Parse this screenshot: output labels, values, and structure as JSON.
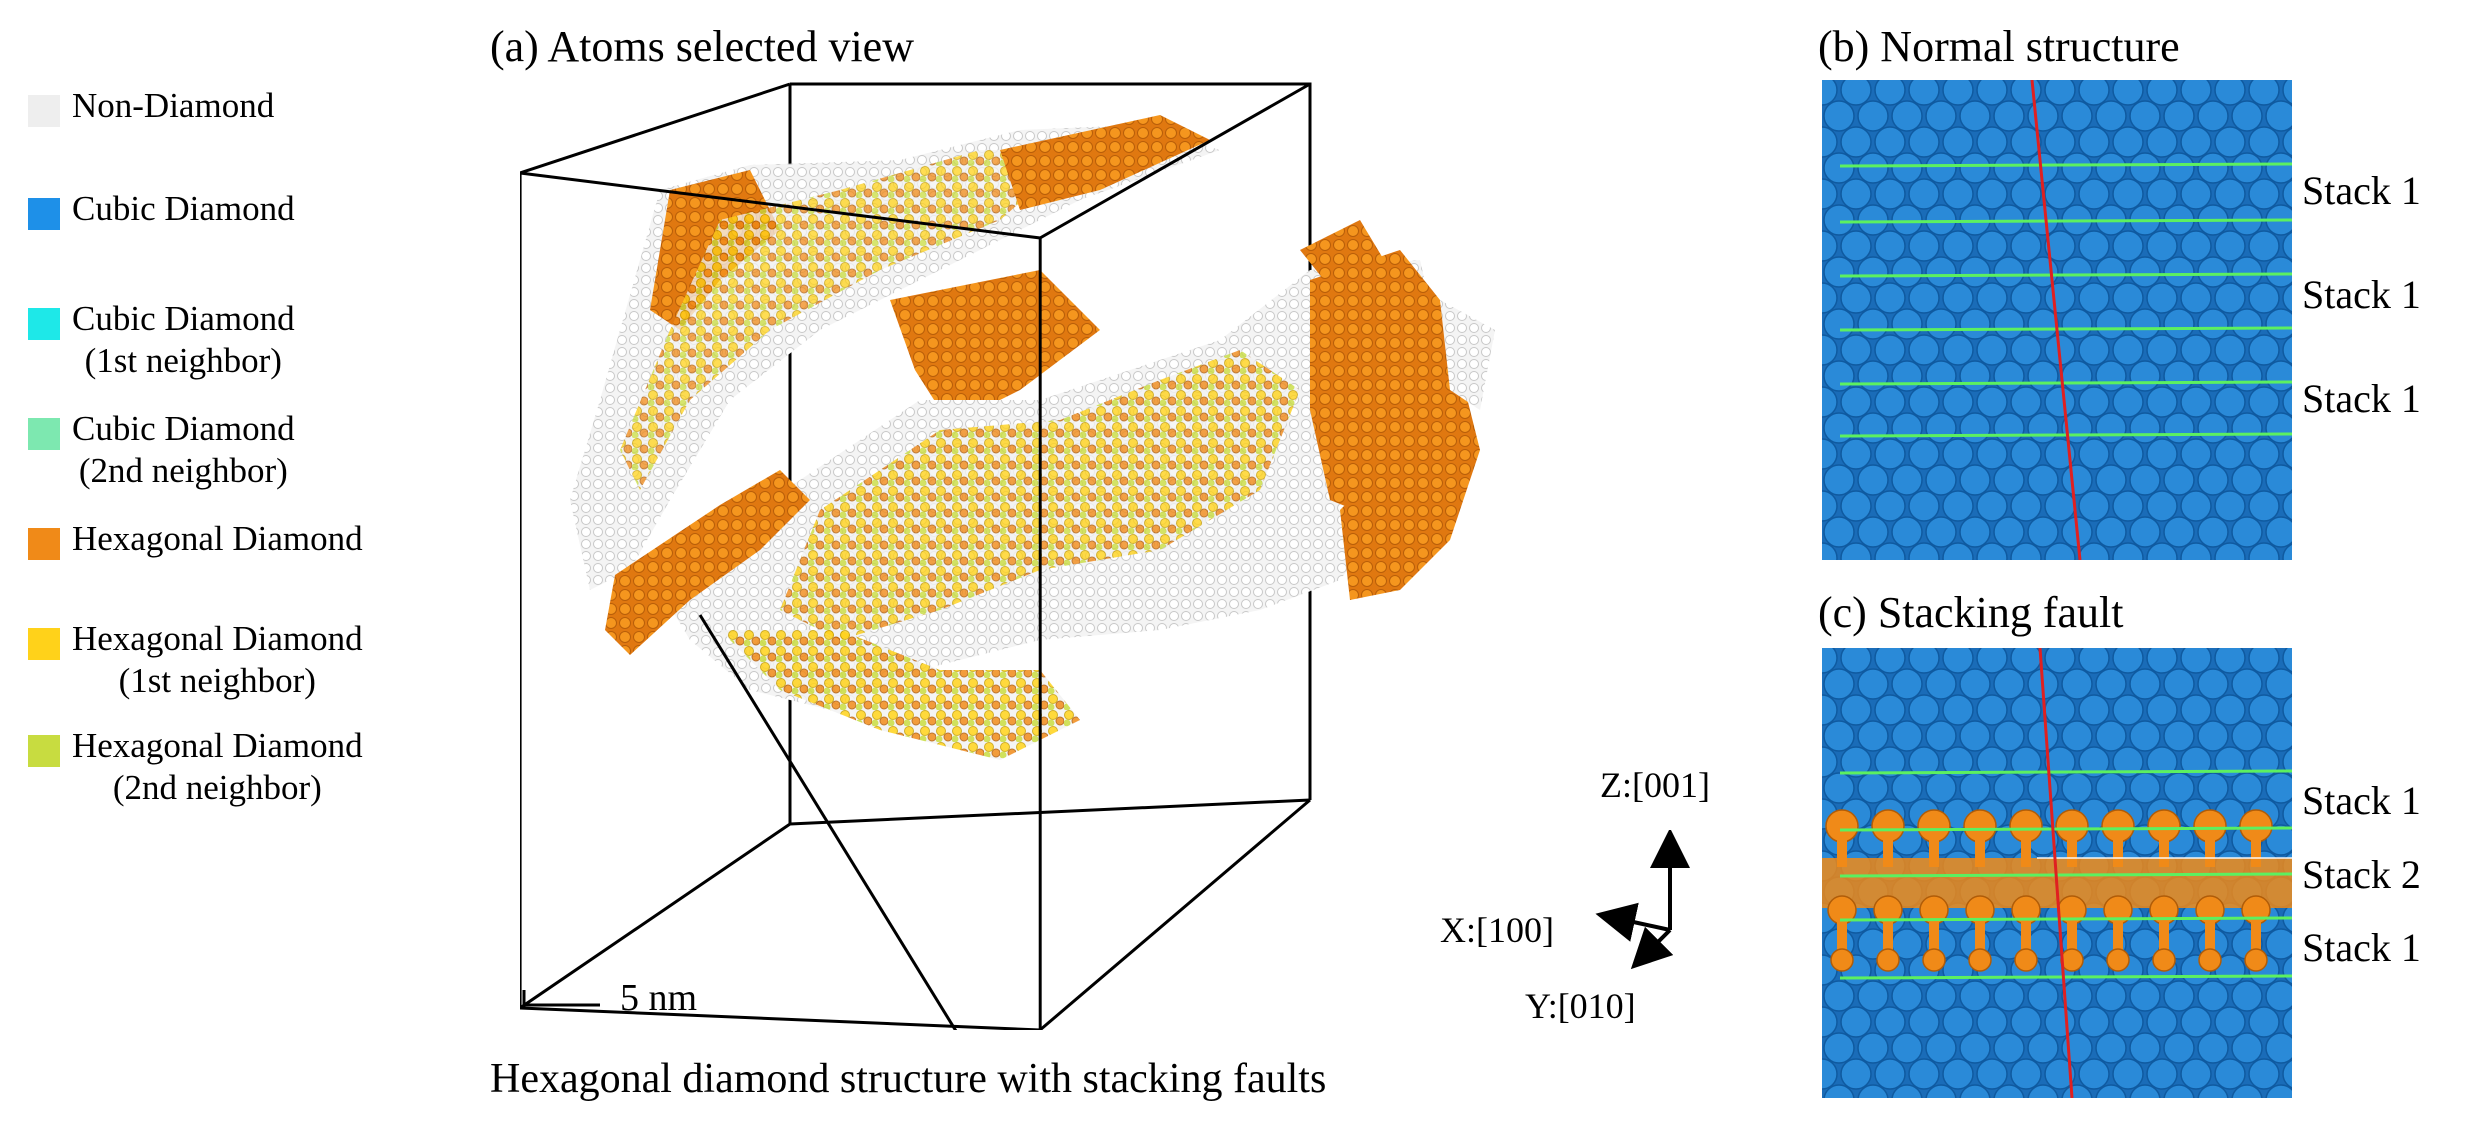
{
  "legend": {
    "items": [
      {
        "label": "Non-Diamond",
        "color": "#eeeeee"
      },
      {
        "label": "Cubic Diamond",
        "color": "#1e90e8"
      },
      {
        "label": "Cubic Diamond\n(1st neighbor)",
        "color": "#1ee8e8"
      },
      {
        "label": "Cubic Diamond\n(2nd neighbor)",
        "color": "#7de8b0"
      },
      {
        "label": "Hexagonal Diamond",
        "color": "#f08a18"
      },
      {
        "label": "Hexagonal Diamond\n(1st neighbor)",
        "color": "#ffd21a"
      },
      {
        "label": "Hexagonal Diamond\n(2nd neighbor)",
        "color": "#c8dc40"
      }
    ]
  },
  "panel_a": {
    "title": "(a) Atoms selected view",
    "scale_label": "5 nm",
    "axes": {
      "z": "Z:[001]",
      "x": "X:[100]",
      "y": "Y:[010]"
    },
    "caption": "Hexagonal diamond structure with stacking faults"
  },
  "panel_b": {
    "title": "(b) Normal structure",
    "stacks": [
      "Stack 1",
      "Stack 1",
      "Stack 1"
    ]
  },
  "panel_c": {
    "title": "(c) Stacking fault",
    "stacks": [
      "Stack 1",
      "Stack 2",
      "Stack 1"
    ]
  },
  "colors": {
    "cubic": "#2a8ad8",
    "cubic_dark": "#1a6cb8",
    "hexagonal": "#f08a18",
    "guide_green": "#5cf060",
    "guide_red": "#e02020"
  }
}
